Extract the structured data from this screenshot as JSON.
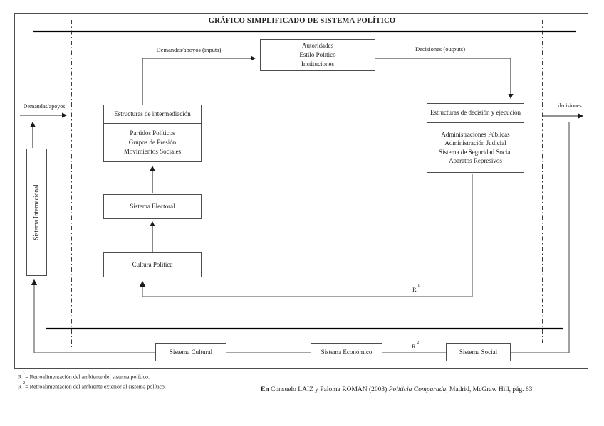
{
  "title": "GRÁFICO SIMPLIFICADO DE SISTEMA POLÍTICO",
  "colors": {
    "line": "#262626",
    "feedback_line": "#6f6f6f",
    "box_border": "#4d4d4d",
    "background": "#ffffff"
  },
  "diagram": {
    "system_boxes": {
      "autoridades": {
        "lines": [
          "Autoridades",
          "Estilo Político",
          "Instituciones"
        ]
      },
      "intermediacion": {
        "header": "Estructuras de intermediación",
        "items": [
          "Partidos Políticos",
          "Grupos de Presión",
          "Movimientos Sociales"
        ]
      },
      "sistema_electoral": {
        "label": "Sistema Electoral"
      },
      "cultura_politica": {
        "label": "Cultura Política"
      },
      "decision_ejecucion": {
        "header": "Estructuras de decisión y ejecución",
        "items": [
          "Administraciones Públicas",
          "Administración Judicial",
          "Sistema de Seguridad Social",
          "Aparatos Represivos"
        ]
      },
      "sistema_internacional": {
        "label": "Sistema Internacional"
      }
    },
    "environment_boxes": {
      "sistema_cultural": {
        "label": "Sistema Cultural"
      },
      "sistema_economico": {
        "label": "Sistema Económico"
      },
      "sistema_social": {
        "label": "Sistema Social"
      }
    },
    "flow_labels": {
      "demandas_left": "Demandas/apoyos",
      "inputs": "Demandas/apoyos (inputs)",
      "outputs": "Decisiones (outputs)",
      "decisiones_right": "decisiones",
      "r1": {
        "base": "R",
        "sup": "1"
      },
      "r2": {
        "base": "R",
        "sup": "2"
      }
    }
  },
  "footnotes": [
    {
      "base": "R",
      "sup": "1",
      "text": "= Retroalimentación del ambiente del sistema político."
    },
    {
      "base": "R",
      "sup": "2",
      "text": "= Retroalimentación del ambiente exterior al sistema político."
    }
  ],
  "citation": {
    "prefix": "En",
    "before": " Consuelo LAIZ y Paloma ROMÁN (2003) ",
    "work": "Políticia Comparada",
    "after": ", Madrid, McGraw Hill, pág. 63."
  }
}
